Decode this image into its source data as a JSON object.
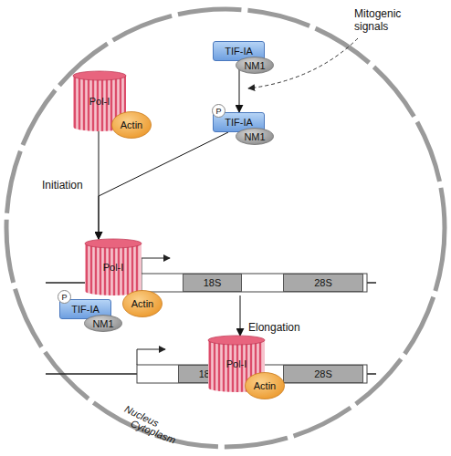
{
  "diagram": {
    "nodes": [
      {
        "text": [
          "TIF-IA"
        ]
      },
      {
        "text": [
          "NM1"
        ]
      },
      {
        "text": [
          "P"
        ]
      },
      {
        "text": [
          "TIF-IA"
        ]
      },
      {
        "text": [
          "NM1"
        ]
      },
      {
        "text": [
          "Pol-I"
        ]
      },
      {
        "text": [
          "Actin"
        ]
      },
      {
        "text": [
          "Pol-I"
        ]
      },
      {
        "text": [
          "Actin"
        ]
      },
      {
        "text": [
          "P"
        ]
      },
      {
        "text": [
          "TIF-IA"
        ]
      },
      {
        "text": [
          "NM1"
        ]
      },
      {
        "text": [
          "18S"
        ]
      },
      {
        "text": [
          "28S"
        ]
      },
      {
        "text": [
          "18S"
        ]
      },
      {
        "text": [
          "Pol-I"
        ]
      },
      {
        "text": [
          "Actin"
        ]
      },
      {
        "text": [
          "28S"
        ]
      }
    ],
    "edges": [
      {
        "from": 0,
        "to": 3,
        "arrow": "to"
      },
      {
        "from": 5,
        "to": 7,
        "label": "Initiation",
        "arrow": "to"
      },
      {
        "from": 3,
        "to": 7,
        "arrow": "to"
      },
      {
        "from": 7,
        "to": 15,
        "label": "Elongation",
        "arrow": "to"
      }
    ],
    "labels": [
      "Mitogenic signals",
      "Nucleus",
      "Cytoplasm"
    ]
  }
}
